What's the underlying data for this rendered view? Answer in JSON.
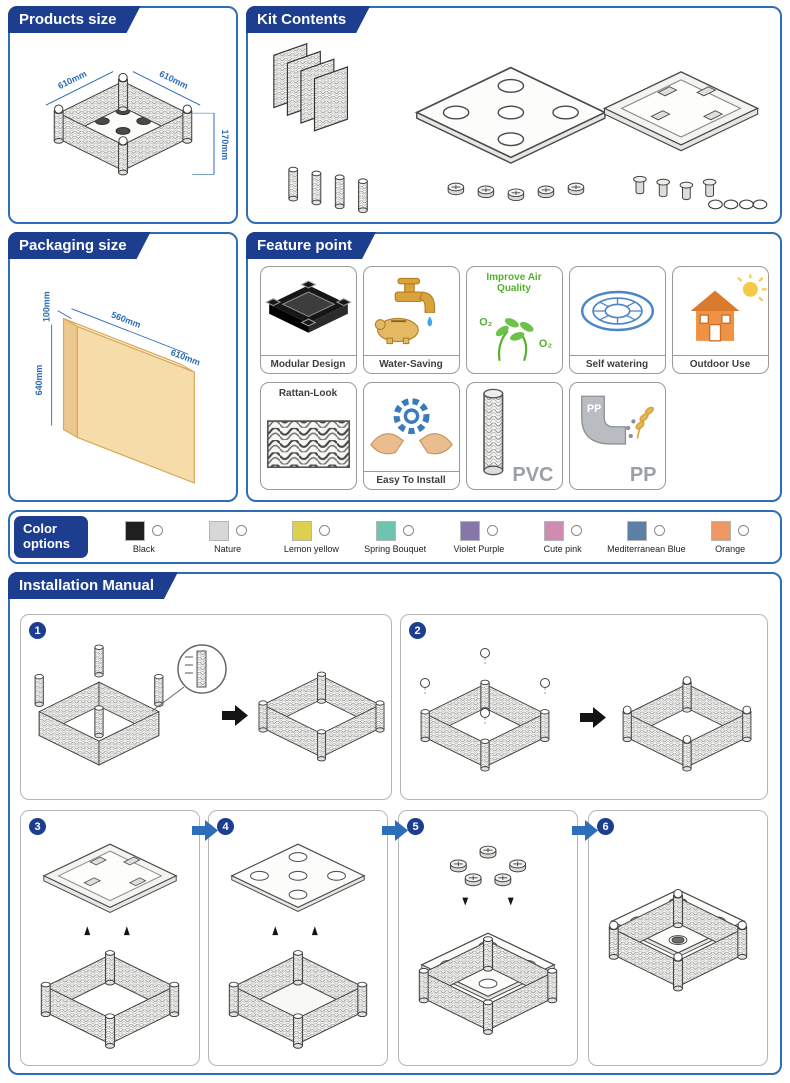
{
  "page": {
    "accent_navy": "#1d3e8f",
    "border_blue": "#2e6db8",
    "dim_blue": "#2a6ab5"
  },
  "products_size": {
    "title": "Products size",
    "dim_depth": "610mm",
    "dim_width": "610mm",
    "dim_height": "170mm"
  },
  "kit_contents": {
    "title": "Kit Contents"
  },
  "packaging_size": {
    "title": "Packaging size",
    "dim_thickness": "100mm",
    "dim_width": "560mm",
    "dim_depth": "610mm",
    "dim_height": "640mm"
  },
  "feature_point": {
    "title": "Feature point",
    "features": [
      {
        "label": "Modular Design"
      },
      {
        "label": "Water-Saving"
      },
      {
        "label": "Improve Air Quality",
        "o2": "O₂"
      },
      {
        "label": "Self watering"
      },
      {
        "label": "Outdoor Use"
      },
      {
        "label": "Rattan-Look"
      },
      {
        "label": "Easy To Install"
      },
      {
        "label": "PVC"
      },
      {
        "label": "PP",
        "badge": "PP"
      }
    ]
  },
  "color_options": {
    "title": "Color options",
    "colors": [
      {
        "name": "Black",
        "hex": "#1f1f1f"
      },
      {
        "name": "Nature",
        "hex": "#d7d7d5"
      },
      {
        "name": "Lemon yellow",
        "hex": "#ddd04f"
      },
      {
        "name": "Spring Bouquet",
        "hex": "#6ec4af"
      },
      {
        "name": "Violet Purple",
        "hex": "#8677a8"
      },
      {
        "name": "Cute pink",
        "hex": "#cd8cb0"
      },
      {
        "name": "Mediterranean Blue",
        "hex": "#5c7fa3"
      },
      {
        "name": "Orange",
        "hex": "#ee9964"
      }
    ]
  },
  "installation": {
    "title": "Installation Manual",
    "steps": [
      {
        "number": "1"
      },
      {
        "number": "2"
      },
      {
        "number": "3"
      },
      {
        "number": "4"
      },
      {
        "number": "5"
      },
      {
        "number": "6"
      }
    ]
  }
}
